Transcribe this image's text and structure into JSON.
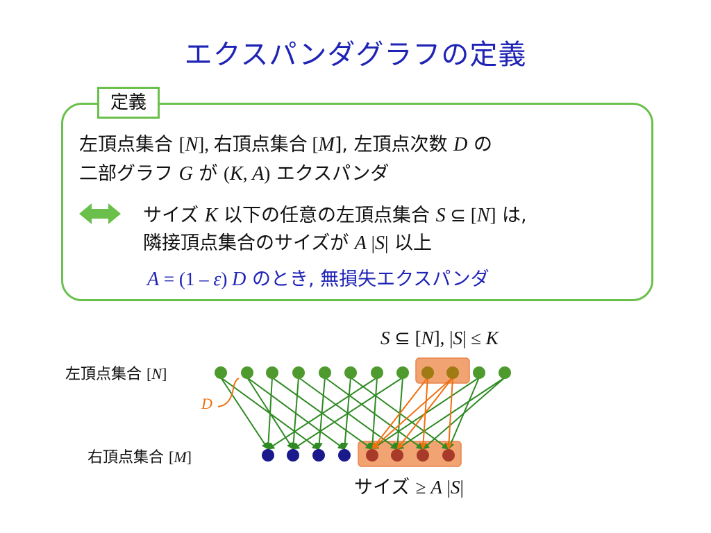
{
  "title": "エクスパンダグラフの定義",
  "definition_tag": "定義",
  "definition": {
    "line1": {
      "a": "左頂点集合 ",
      "b": "[",
      "c": "N",
      "d": "],  右頂点集合 ",
      "e": "[",
      "f": "M",
      "g": "],  左頂点次数 ",
      "h": "D",
      "i": " の"
    },
    "line2": {
      "a": "二部グラフ ",
      "b": "G",
      "c": " が ",
      "d": "(",
      "e": "K",
      "f": ", ",
      "g": "A",
      "h": ")",
      "i": " エクスパンダ"
    }
  },
  "condition": {
    "line1": {
      "a": "サイズ ",
      "b": "K",
      "c": " 以下の任意の左頂点集合 ",
      "d": "S",
      "e": " ⊆ [",
      "f": "N",
      "g": "]",
      "h": " は,"
    },
    "line2": {
      "a": "隣接頂点集合のサイズが ",
      "b": "A",
      "c": " |",
      "d": "S",
      "e": "|",
      "f": " 以上"
    }
  },
  "lossless": {
    "a": "A",
    "b": " = (1 – ",
    "c": "ε",
    "d": ") ",
    "e": "D",
    "f": " のとき,  無損失エクスパンダ"
  },
  "graph": {
    "left_label": {
      "a": "左頂点集合 ",
      "b": "[",
      "c": "N",
      "d": "]"
    },
    "right_label": {
      "a": "右頂点集合 ",
      "b": "[",
      "c": "M",
      "d": "]"
    },
    "degree_label": "D",
    "subset_label": {
      "a": "S",
      "b": " ⊆ [",
      "c": "N",
      "d": "], |",
      "e": "S",
      "f": "| ≤ ",
      "g": "K"
    },
    "size_label": {
      "a": "サイズ ",
      "b": "≥ ",
      "c": "A",
      "d": " |",
      "e": "S",
      "f": "|"
    }
  },
  "colors": {
    "title": "#1f24b5",
    "box_border": "#6ac04a",
    "left_vertex": "#4e9a2e",
    "right_vertex": "#1a1a8c",
    "highlight_fill": "#f2a372",
    "edge_green": "#2e8a22",
    "edge_orange": "#f07010",
    "iff_arrow": "#6ac04a"
  }
}
